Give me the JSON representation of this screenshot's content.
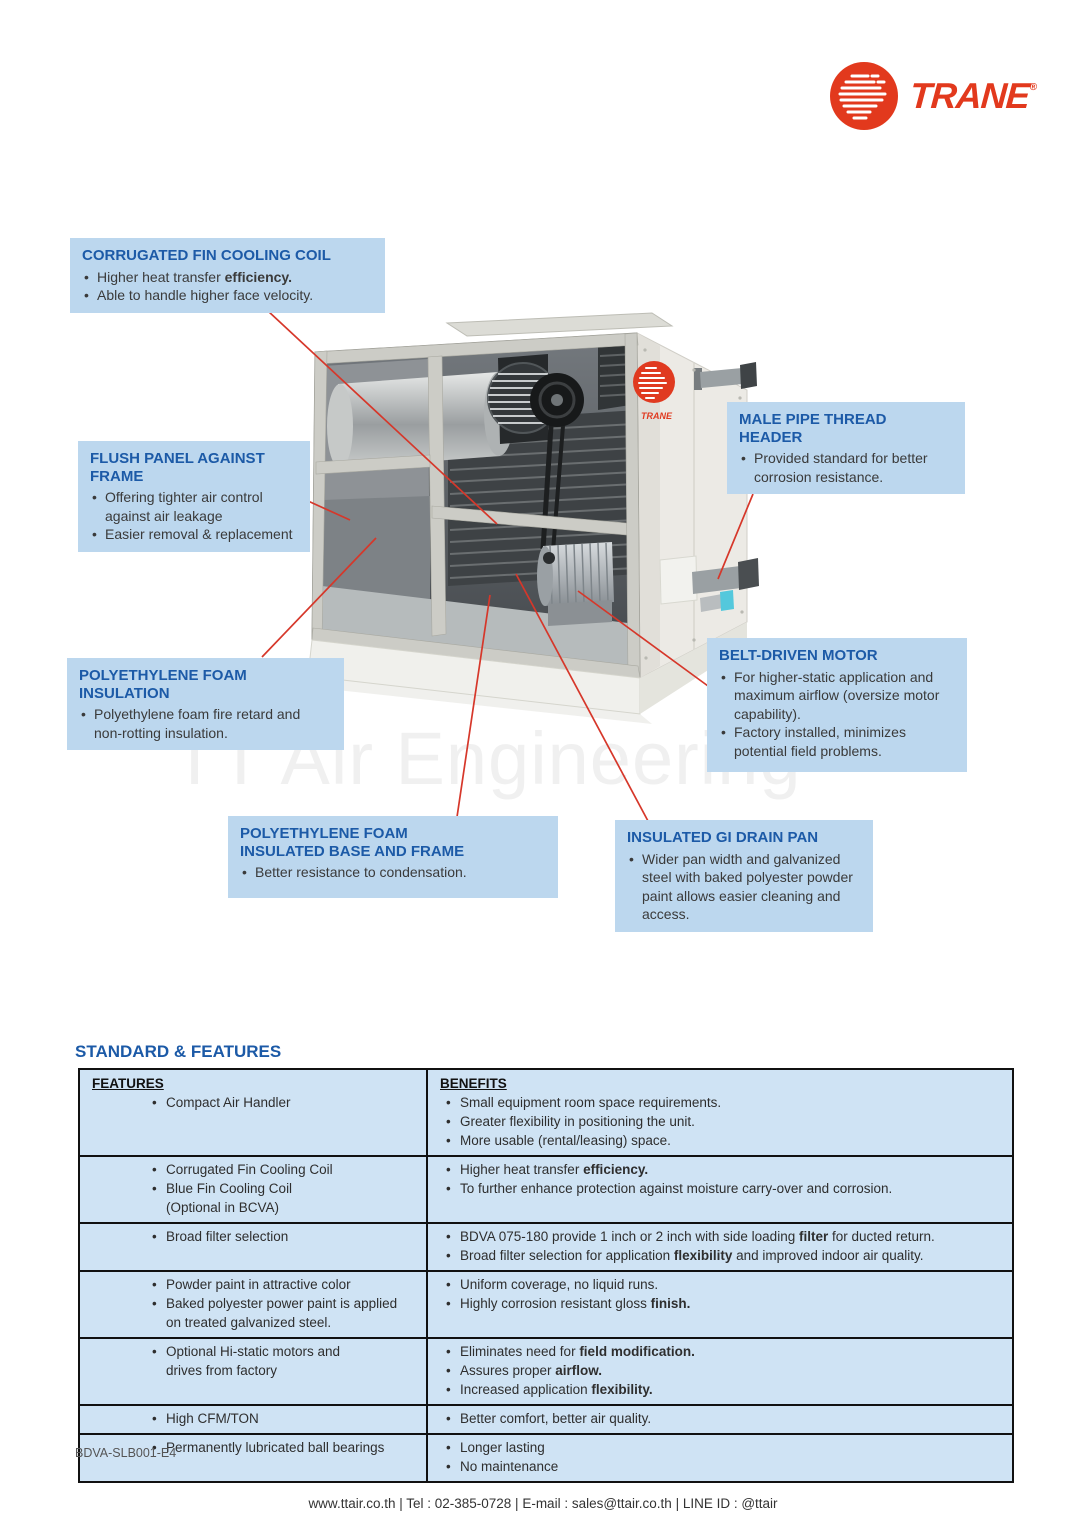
{
  "page": {
    "watermark": "TT Air Engineering",
    "doc_code": "BDVA-SLB001-E4",
    "footer_text": "www.ttair.co.th | Tel : 02-385-0728 | E-mail : sales@ttair.co.th | LINE ID : @ttair"
  },
  "logo": {
    "brand": "TRANE",
    "registered": "®"
  },
  "product_image": {
    "brand_mark": "TRANE"
  },
  "callouts": [
    {
      "id": "corrugated-fin-cooling-coil",
      "title": "CORRUGATED FIN COOLING COIL",
      "bullets": [
        "Higher heat transfer **efficiency.**",
        "Able to handle higher face velocity."
      ]
    },
    {
      "id": "flush-panel-against-frame",
      "title": "FLUSH PANEL AGAINST FRAME",
      "bullets": [
        "Offering tighter air control against air leakage",
        "Easier removal & replacement"
      ]
    },
    {
      "id": "polyethylene-foam-insulation",
      "title": "POLYETHYLENE FOAM INSULATION",
      "bullets": [
        "Polyethylene foam fire retard and non-rotting insulation."
      ]
    },
    {
      "id": "polyethylene-foam-insulated-base-and-frame",
      "title": "POLYETHYLENE FOAM\nINSULATED BASE AND FRAME",
      "bullets": [
        "Better resistance to condensation."
      ]
    },
    {
      "id": "male-pipe-thread-header",
      "title": "MALE PIPE THREAD\nHEADER",
      "bullets": [
        "Provided standard for better corrosion resistance."
      ]
    },
    {
      "id": "belt-driven-motor",
      "title": "BELT-DRIVEN MOTOR",
      "bullets": [
        "For higher-static application and maximum airflow (oversize motor capability).",
        "Factory installed, minimizes potential field problems."
      ]
    },
    {
      "id": "insulated-gi-drain-pan",
      "title": "INSULATED GI DRAIN PAN",
      "bullets": [
        "Wider pan width and galvanized steel with baked polyester powder paint allows easier cleaning and access."
      ]
    }
  ],
  "features_section": {
    "heading": "STANDARD & FEATURES",
    "table": {
      "headers": [
        "FEATURES",
        "BENEFITS"
      ],
      "rows": [
        {
          "features": [
            "Compact Air Handler"
          ],
          "benefits": [
            "Small equipment room space requirements.",
            "Greater flexibility in positioning the unit.",
            "More usable (rental/leasing) space."
          ]
        },
        {
          "features": [
            "Corrugated Fin Cooling Coil",
            "Blue Fin Cooling Coil\n(Optional in BCVA)"
          ],
          "benefits": [
            "Higher heat transfer **efficiency.**",
            "To further enhance protection against moisture carry-over and corrosion."
          ]
        },
        {
          "features": [
            "Broad filter selection"
          ],
          "benefits": [
            "BDVA 075-180 provide 1 inch or 2 inch with side loading **filter** for ducted return.",
            "Broad filter selection for application **flexibility** and improved indoor air quality."
          ]
        },
        {
          "features": [
            "Powder paint in attractive color",
            "Baked polyester power paint is applied\non treated galvanized steel."
          ],
          "benefits": [
            "Uniform coverage, no liquid runs.",
            "Highly corrosion resistant gloss **finish.**"
          ]
        },
        {
          "features": [
            "Optional Hi-static motors and\ndrives from factory"
          ],
          "benefits": [
            "Eliminates need for **field modification.**",
            "Assures proper **airflow.**",
            "Increased application **flexibility.**"
          ]
        },
        {
          "features": [
            "High CFM/TON"
          ],
          "benefits": [
            "Better comfort, better air quality."
          ]
        },
        {
          "features": [
            "Permanently lubricated ball bearings"
          ],
          "benefits": [
            "Longer lasting",
            "No maintenance"
          ]
        }
      ]
    }
  },
  "colors": {
    "callout_bg": "#bcd7ee",
    "callout_title_blue": "#1c5aa7",
    "table_bg": "#cfe3f4",
    "heading_blue": "#1c5aa7",
    "leader_line_red": "#d6372a",
    "brand_red": "#e2391d"
  }
}
